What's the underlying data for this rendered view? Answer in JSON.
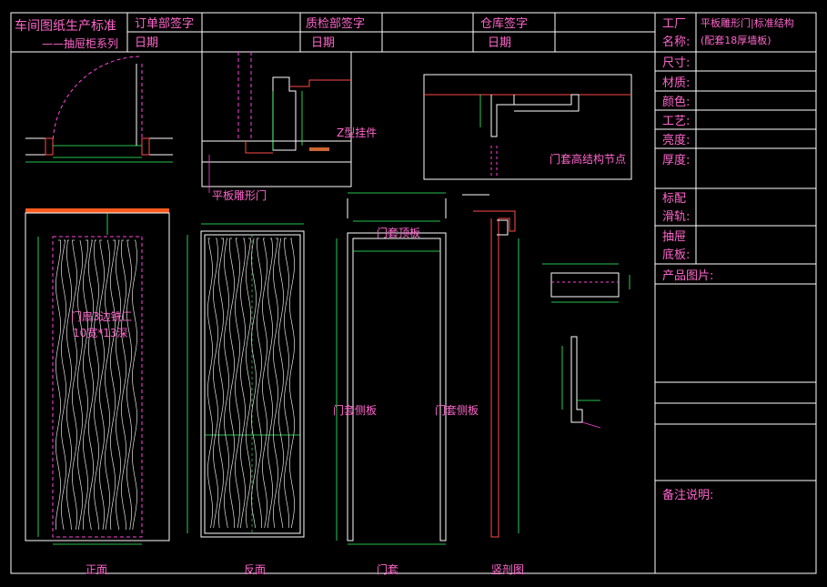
{
  "header": {
    "title_line1": "车间图纸生产标准",
    "title_line2": "——抽屉柜系列",
    "order_sign": "订单部签字",
    "qc_sign": "质检部签字",
    "warehouse_sign": "仓库签字",
    "date_label": "日期"
  },
  "side_panel": {
    "factory_label": "工厂",
    "name_label": "名称:",
    "name_value_line1": "平板雕形门|标准结构",
    "name_value_line2": "(配套18厚墙板)",
    "fields": [
      "尺寸:",
      "材质:",
      "颜色:",
      "工艺:",
      "亮度:",
      "厚度:"
    ],
    "rail_label_1": "标配",
    "rail_label_2": "滑轨:",
    "drawer_label_1": "抽屉",
    "drawer_label_2": "底板:",
    "product_image_label": "产品图片:",
    "remarks_label": "备注说明:"
  },
  "annotations": {
    "z_hanger": "Z型挂件",
    "flat_door": "平板雕形门",
    "top_node": "门套高结构节点",
    "door_edge_1": "门扇3边铣匚",
    "door_edge_2": "10宽*13深",
    "frame_top": "门套顶板",
    "frame_side_left": "门套侧板",
    "frame_side_right": "门套侧板"
  },
  "views": {
    "front": "正面",
    "back": "反面",
    "frame": "门套",
    "section": "竖剖图"
  },
  "colors": {
    "frame_lines": "#ffffff",
    "pink_text": "#ff66cc",
    "red_text": "#ff4a4a",
    "dims": "#33ff66",
    "wood_top": "#ff5a1e"
  }
}
